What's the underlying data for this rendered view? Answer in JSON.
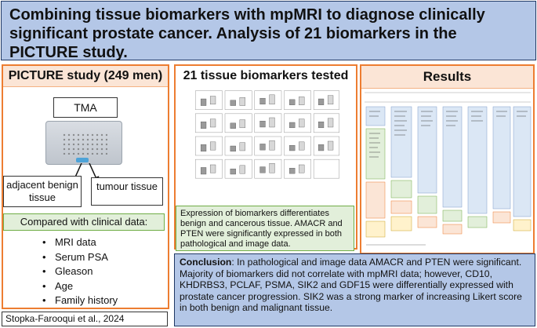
{
  "title": "Combining tissue biomarkers with mpMRI to diagnose clinically significant prostate cancer. Analysis of 21 biomarkers in the PICTURE study.",
  "left": {
    "heading": "PICTURE study (249 men)",
    "tma_label": "TMA",
    "benign_label": "adjacent benign tissue",
    "tumour_label": "tumour tissue",
    "compare_label": "Compared with clinical data:",
    "items": [
      "MRI data",
      "Serum PSA",
      "Gleason",
      "Age",
      "Family history"
    ]
  },
  "mid": {
    "heading": "21 tissue biomarkers tested",
    "caption": "Expression of biomarkers differentiates benign and cancerous tissue. AMACR and PTEN were significantly expressed in both pathological and image data."
  },
  "right": {
    "heading": "Results"
  },
  "conclusion": {
    "label": "Conclusion",
    "text": ": In pathological and image data AMACR and PTEN were significant. Majority of biomarkers did not correlate with mpMRI data; however, CD10, KHDRBS3, PCLAF, PSMA, SIK2 and GDF15 were differentially expressed with prostate cancer progression. SIK2 was a strong marker of increasing Likert score in both benign and malignant tissue."
  },
  "citation": "Stopka-Farooqui et al., 2024",
  "colors": {
    "title_bg": "#b4c7e7",
    "panel_border": "#ed7d31",
    "panel_head_bg": "#fbe5d6",
    "green_box": "#e2efda",
    "green_border": "#70ad47"
  }
}
